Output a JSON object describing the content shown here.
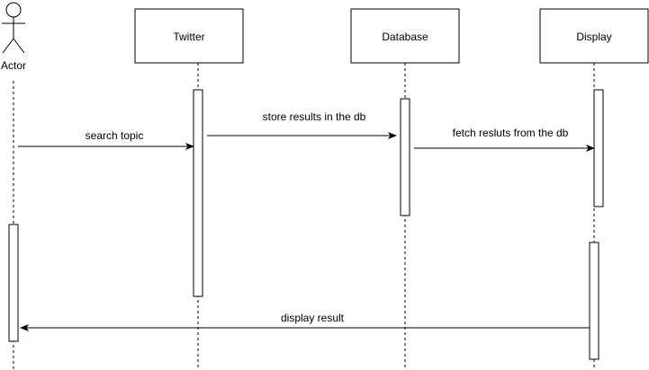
{
  "diagram": {
    "type": "sequence",
    "actor": {
      "label": "Actor"
    },
    "participants": [
      {
        "id": "twitter",
        "label": "Twitter"
      },
      {
        "id": "database",
        "label": "Database"
      },
      {
        "id": "display",
        "label": "Display"
      }
    ],
    "messages": [
      {
        "from": "actor",
        "to": "twitter",
        "label": "search topic"
      },
      {
        "from": "twitter",
        "to": "database",
        "label": "store results in the db"
      },
      {
        "from": "database",
        "to": "display",
        "label": "fetch resluts from the db"
      },
      {
        "from": "display",
        "to": "actor",
        "label": "display result"
      }
    ]
  }
}
